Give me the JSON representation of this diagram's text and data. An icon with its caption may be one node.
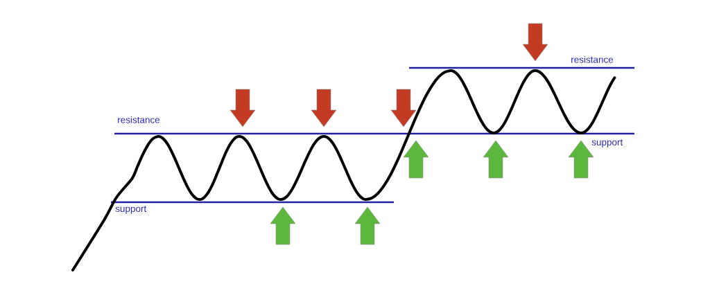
{
  "diagram": {
    "labels": [
      "resistance",
      "support",
      "resistance",
      "support"
    ]
  }
}
